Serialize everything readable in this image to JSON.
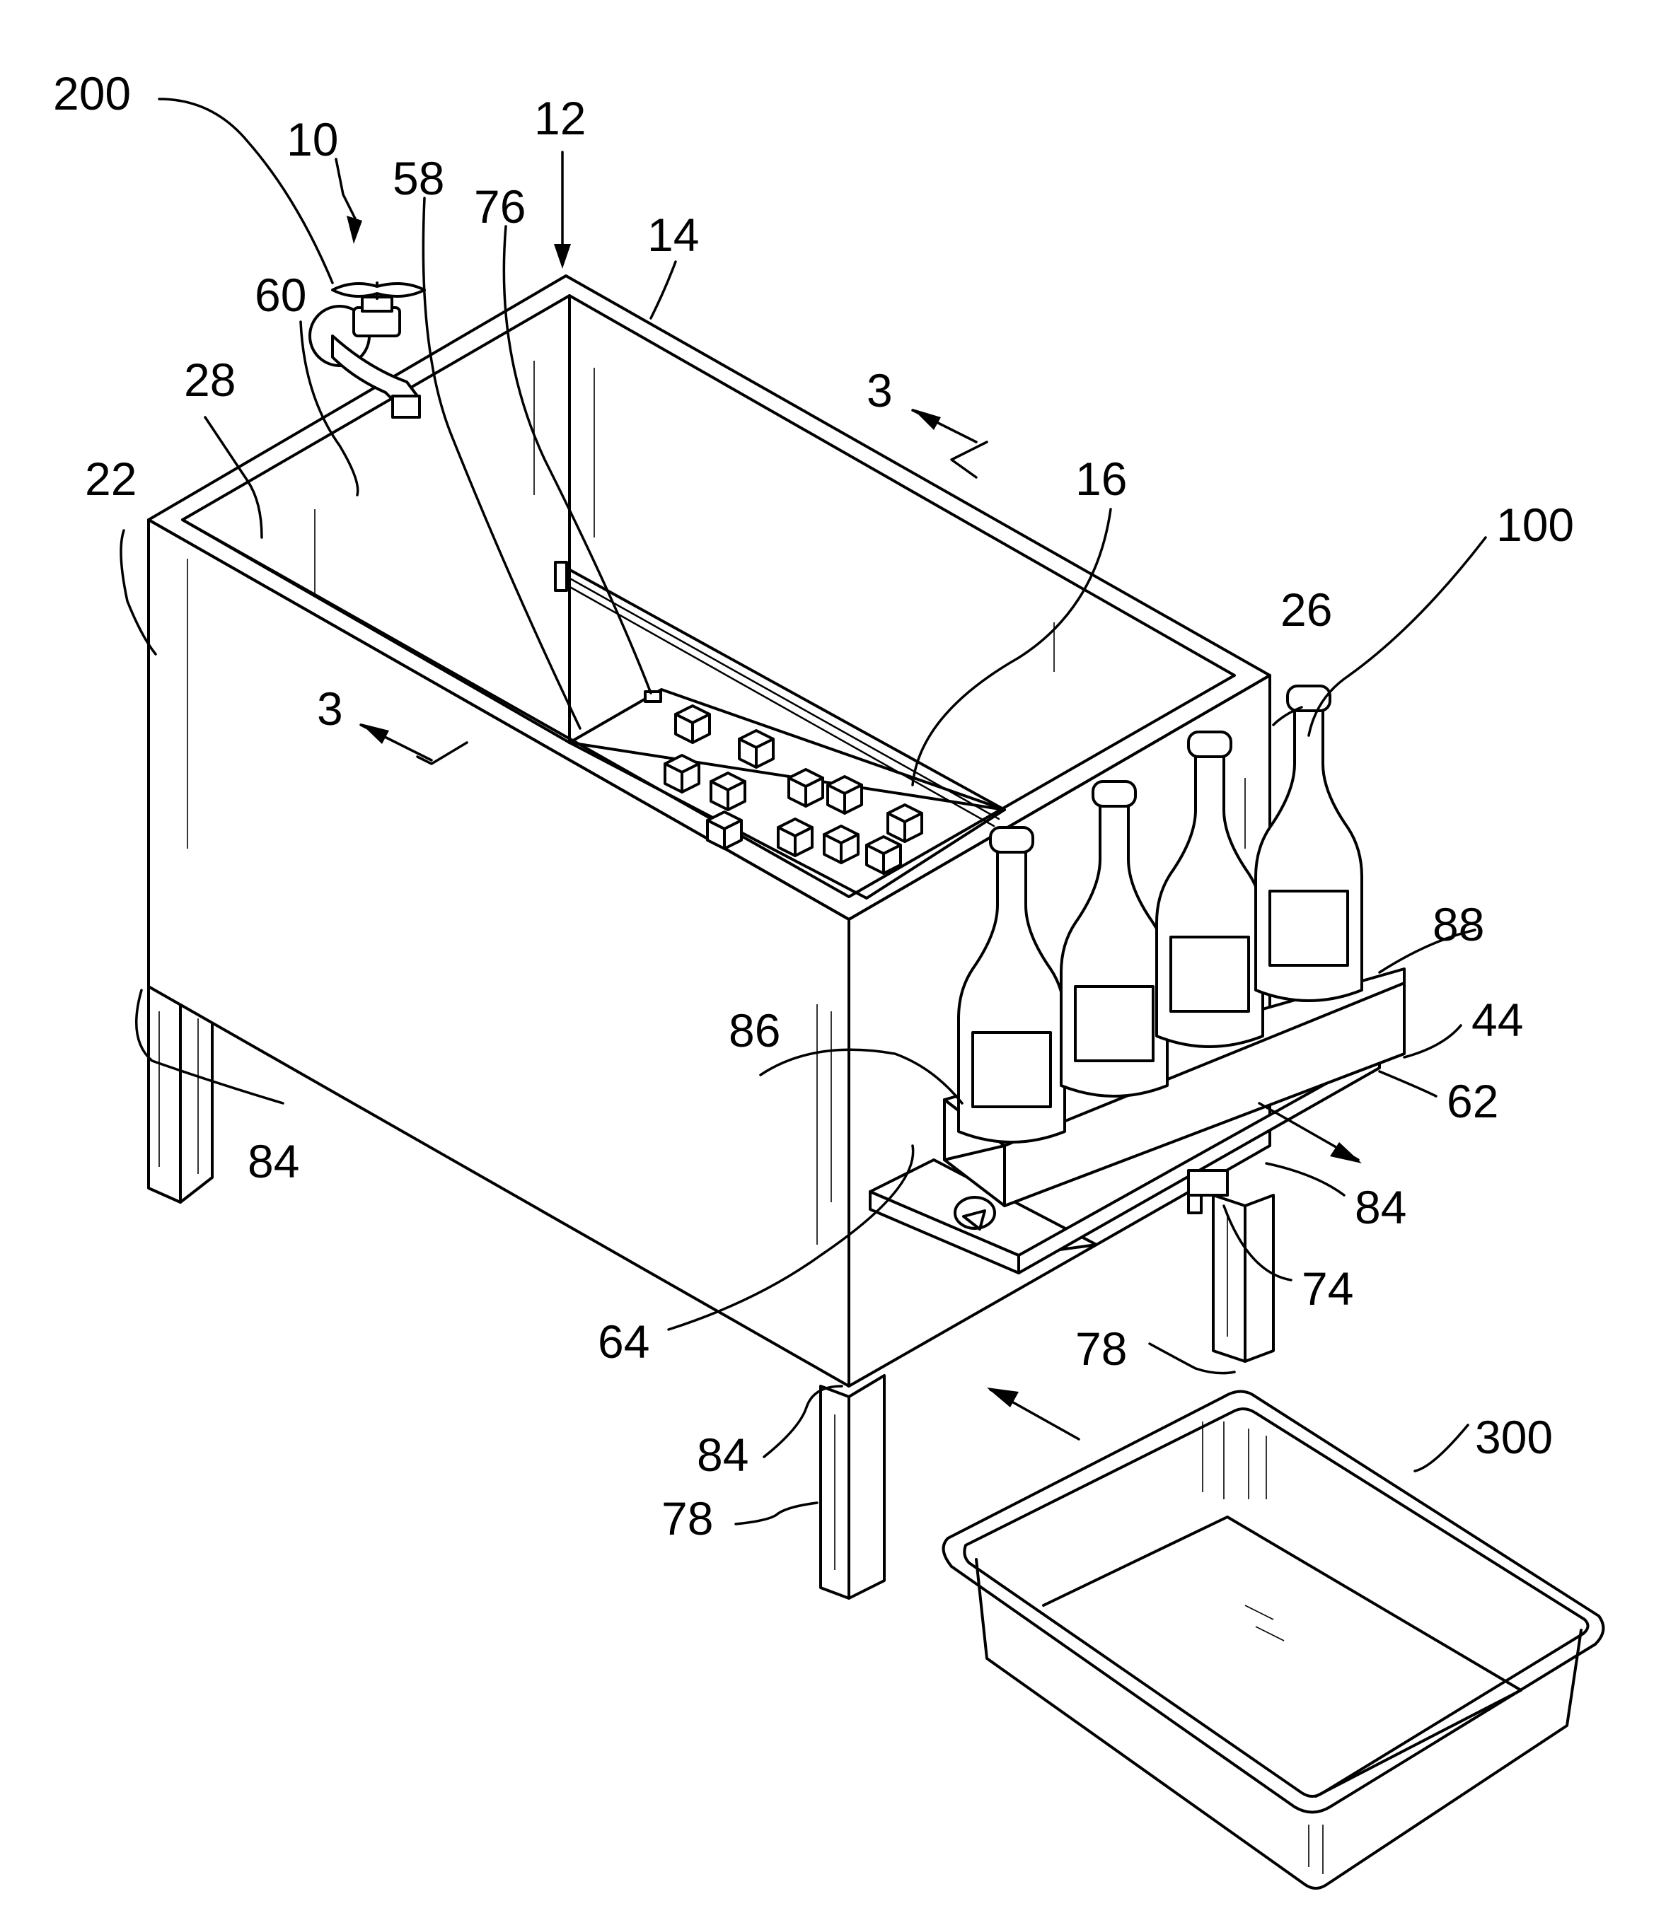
{
  "refs": {
    "r200": "200",
    "r10": "10",
    "r12": "12",
    "r58": "58",
    "r76": "76",
    "r14": "14",
    "r60": "60",
    "r28": "28",
    "r22": "22",
    "r3_top": "3",
    "r16": "16",
    "r100": "100",
    "r26": "26",
    "r3_left": "3",
    "r88": "88",
    "r86": "86",
    "r44": "44",
    "r62": "62",
    "r84_left": "84",
    "r84_right": "84",
    "r74": "74",
    "r64": "64",
    "r78_right": "78",
    "r300": "300",
    "r84_bottom": "84",
    "r78_bottom": "78"
  }
}
